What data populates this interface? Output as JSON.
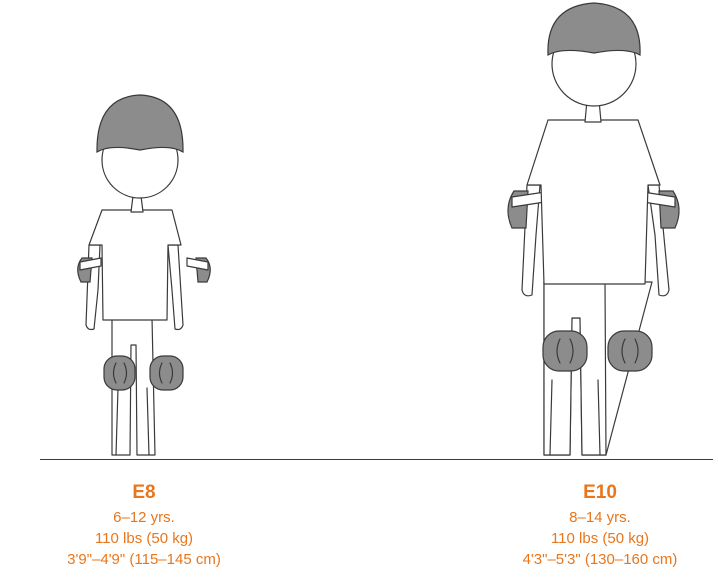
{
  "colors": {
    "accent": "#e8761c",
    "outline": "#3a3a3a",
    "pad_fill": "#8c8c8c",
    "helmet_fill": "#8c8c8c"
  },
  "sizes": [
    {
      "name": "E8",
      "age": "6–12 yrs.",
      "weight": "110 lbs (50 kg)",
      "height": "3'9\"–4'9\" (115–145 cm)"
    },
    {
      "name": "E10",
      "age": "8–14 yrs.",
      "weight": "110 lbs (50 kg)",
      "height": "4'3\"–5'3\" (130–160 cm)"
    }
  ]
}
